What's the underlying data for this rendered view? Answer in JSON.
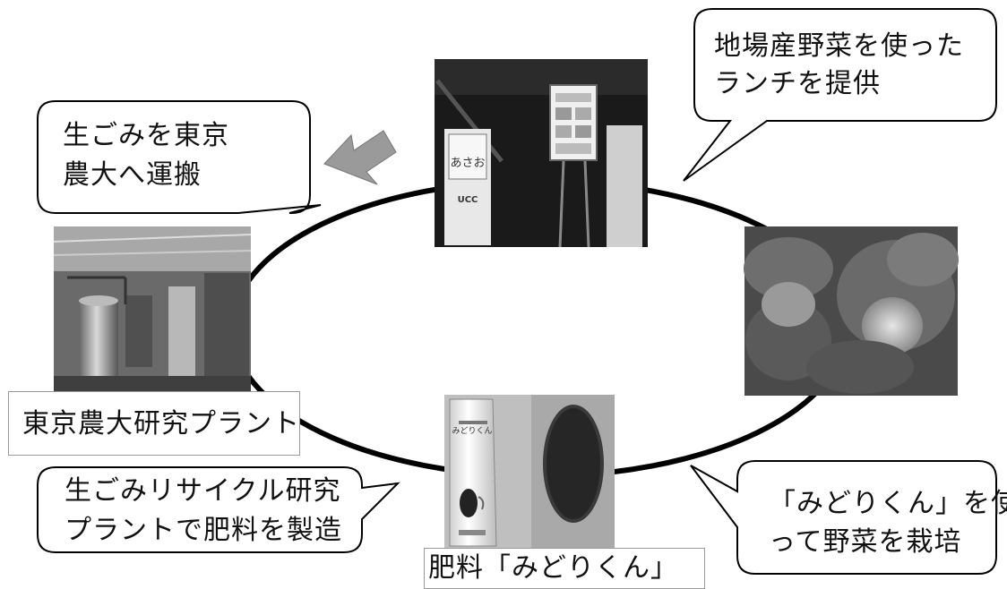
{
  "bubbles": {
    "lunch": {
      "line1": "地場産野菜を使った",
      "line2": "ランチを提供"
    },
    "transport": {
      "line1": "生ごみを東京",
      "line2": "農大へ運搬"
    },
    "recycle": {
      "line1": "生ごみリサイクル研究",
      "line2": "プラントで肥料を製造"
    },
    "grow": {
      "line1": "「みどりくん」を使",
      "line2": "って野菜を栽培"
    }
  },
  "labels": {
    "plant": "東京農大研究プラント",
    "fertilizer": "肥料「みどりくん」"
  },
  "photos": {
    "restaurant": {
      "sign_text": "あさお",
      "brand_text": "UCC"
    },
    "fertilizer_bag": {
      "text": "みどりくん"
    }
  },
  "colors": {
    "outline": "#000000",
    "arrow_fill": "#9a9a9a",
    "bubble_border": "#000000"
  }
}
